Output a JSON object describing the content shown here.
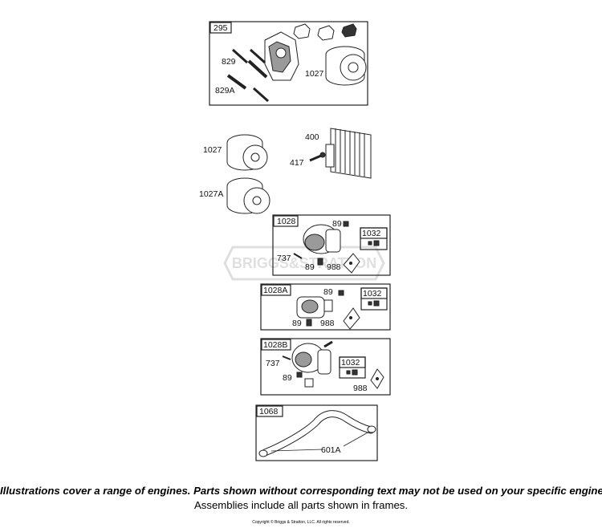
{
  "watermark": "BRIGGS&STRATTON",
  "kits": {
    "k295": "295",
    "k1028": "1028",
    "k1028a": "1028A",
    "k1028b": "1028B",
    "k1032": "1032",
    "k1068": "1068"
  },
  "parts": {
    "p829": "829",
    "p829a": "829A",
    "p1027": "1027",
    "p1027a": "1027A",
    "p400": "400",
    "p417": "417",
    "p89": "89",
    "p737": "737",
    "p988": "988",
    "p601a": "601A"
  },
  "footer": {
    "note": "Illustrations cover a range of engines. Parts shown without corresponding text may not be used on your specific engine.",
    "assemblies": "Assemblies include all parts shown in frames.",
    "copyright": "Copyright © Briggs & Stratton, LLC. All rights reserved."
  }
}
